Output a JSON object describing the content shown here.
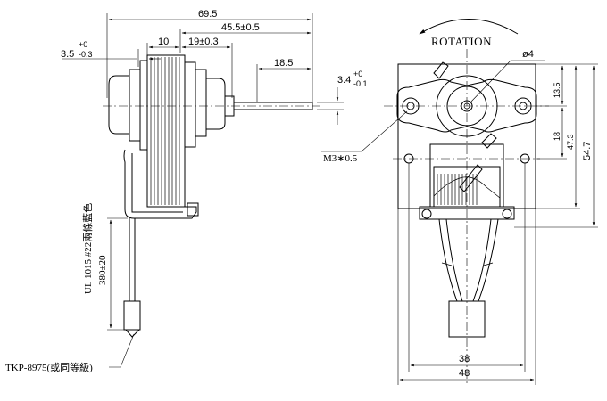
{
  "drawing": {
    "rotation_label": "ROTATION",
    "side_view": {
      "dim_overall": "69.5",
      "dim_shaft_to_rear": "45.5±0.5",
      "dim_core": "19±0.3",
      "dim_10": "10",
      "dim_shaft_len": "18.5",
      "dim_shaft_dia_base": "3.4",
      "dim_shaft_dia_upper": "+0",
      "dim_shaft_dia_lower": "-0.1",
      "dim_boss_base": "3.5",
      "dim_boss_upper": "+0",
      "dim_boss_lower": "-0.3",
      "wire_spec": "UL 1015 #22兩條藍色",
      "wire_length": "380±20",
      "connector": "TKP-8975(或同等級)"
    },
    "front_view": {
      "hole_dia": "ø4",
      "screw": "M3∗0.5",
      "dim_13_5": "13.5",
      "dim_18": "18",
      "dim_47_3": "47.3",
      "dim_54_7": "54.7",
      "dim_38": "38",
      "dim_48": "48"
    }
  }
}
